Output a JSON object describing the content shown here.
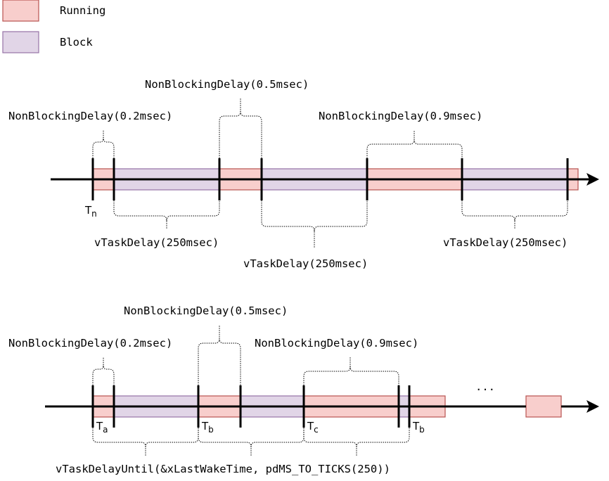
{
  "legend": {
    "items": [
      {
        "label": "Running",
        "kind": "running",
        "fill": "#f8cecc",
        "stroke": "#b85450"
      },
      {
        "label": "Block",
        "kind": "block",
        "fill": "#e1d5e7",
        "stroke": "#9673a6"
      }
    ]
  },
  "timeline1": {
    "start_label": {
      "main": "T",
      "sub": "n"
    },
    "segments": [
      "running",
      "block",
      "running",
      "block",
      "running",
      "block",
      "running"
    ],
    "nonblocking_labels": [
      "NonBlockingDelay(0.2msec)",
      "NonBlockingDelay(0.5msec)",
      "NonBlockingDelay(0.9msec)"
    ],
    "delay_labels": [
      "vTaskDelay(250msec)",
      "vTaskDelay(250msec)",
      "vTaskDelay(250msec)"
    ]
  },
  "timeline2": {
    "tick_labels": [
      {
        "main": "T",
        "sub": "a"
      },
      {
        "main": "T",
        "sub": "b"
      },
      {
        "main": "T",
        "sub": "c"
      },
      {
        "main": "T",
        "sub": "b"
      }
    ],
    "segments": [
      "running",
      "block",
      "running",
      "block",
      "running",
      "block",
      "running"
    ],
    "nonblocking_labels": [
      "NonBlockingDelay(0.2msec)",
      "NonBlockingDelay(0.5msec)",
      "NonBlockingDelay(0.9msec)"
    ],
    "delay_until_label": "vTaskDelayUntil(&xLastWakeTime, pdMS_TO_TICKS(250))",
    "ellipsis": "..."
  },
  "colors": {
    "running_fill": "#f8cecc",
    "running_stroke": "#b85450",
    "block_fill": "#e1d5e7",
    "block_stroke": "#9673a6"
  }
}
